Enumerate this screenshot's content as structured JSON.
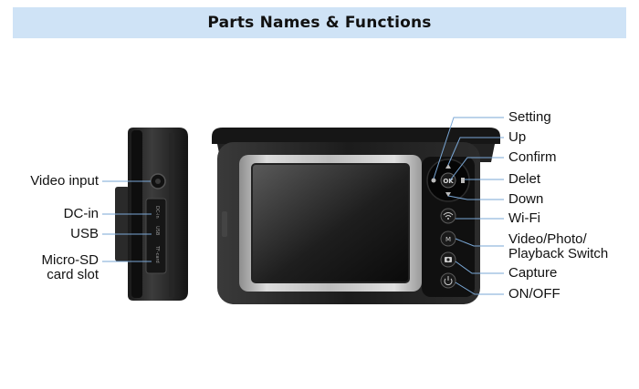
{
  "title": "Parts Names & Functions",
  "left_labels": {
    "video_input": "Video input",
    "dc_in": "DC-in",
    "usb": "USB",
    "micro_sd_line1": "Micro-SD",
    "micro_sd_line2": "card slot"
  },
  "right_labels": {
    "setting": "Setting",
    "up": "Up",
    "confirm": "Confirm",
    "delet": "Delet",
    "down": "Down",
    "wifi": "Wi-Fi",
    "switch_line1": "Video/Photo/",
    "switch_line2": "Playback Switch",
    "capture": "Capture",
    "onoff": "ON/OFF"
  },
  "side_port_text": [
    "DC-in",
    "USB",
    "TF-card"
  ],
  "ok_button_text": "OK",
  "mode_button_text": "M"
}
